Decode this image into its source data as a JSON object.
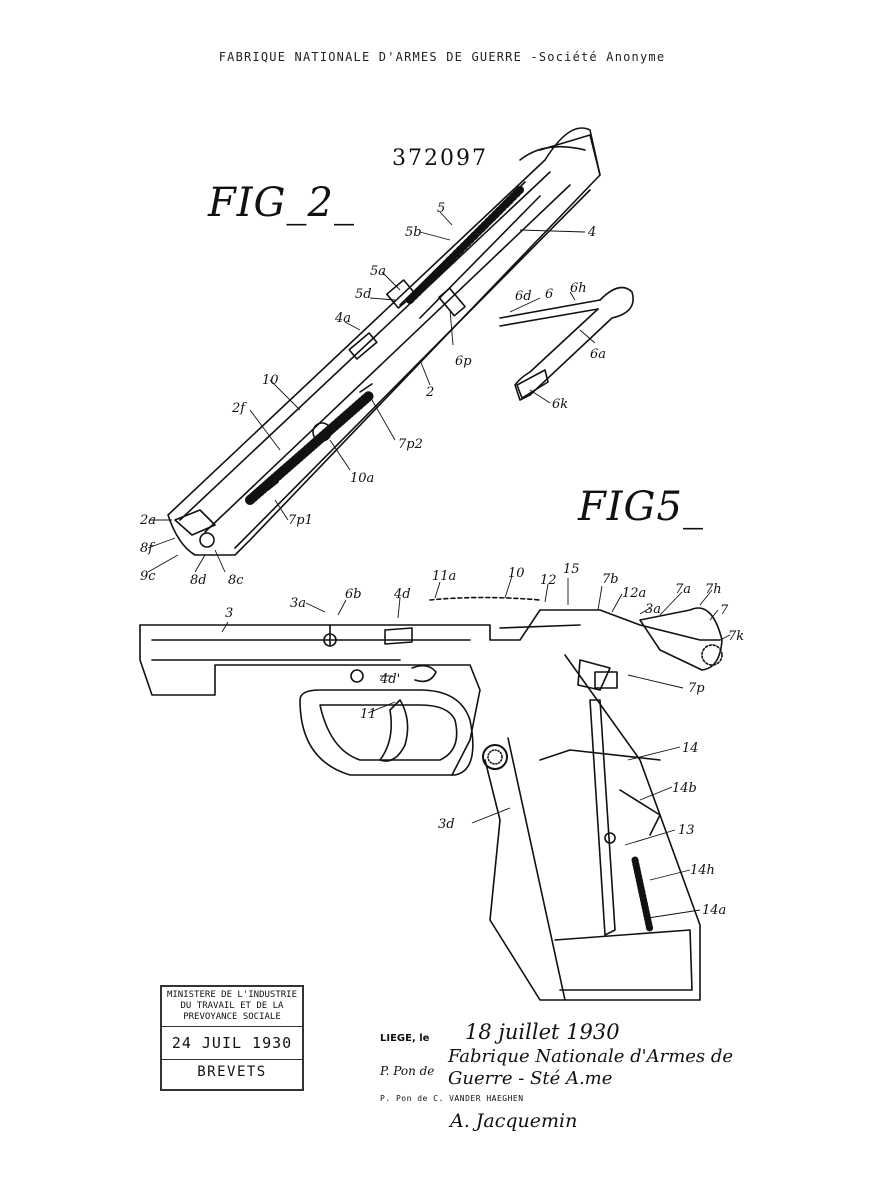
{
  "header": {
    "applicant": "FABRIQUE NATIONALE D'ARMES DE GUERRE -Société Anonyme"
  },
  "patent_number": "372097",
  "figures": {
    "fig2_title": "FIG_2_",
    "fig5_title": "FIG5_"
  },
  "fig2_labels": [
    "5",
    "5b",
    "4",
    "5a",
    "5d",
    "4a",
    "6d",
    "6",
    "6h",
    "6p",
    "6a",
    "10",
    "2",
    "2f",
    "7p2",
    "6k",
    "10a",
    "2a",
    "8f",
    "7p1",
    "9c",
    "8d",
    "8c"
  ],
  "fig5_labels": [
    "11a",
    "10",
    "12",
    "15",
    "7b",
    "12a",
    "7a",
    "7h",
    "3a",
    "6b",
    "4d",
    "3",
    "3a",
    "7",
    "7k",
    "4d'",
    "7p",
    "11",
    "14",
    "14b",
    "3d",
    "13",
    "14h",
    "14a"
  ],
  "stamp": {
    "line1": "MINISTERE DE L'INDUSTRIE DU TRAVAIL ET DE LA PREVOYANCE SOCIALE",
    "date": "24 JUIL 1930",
    "dept": "BREVETS"
  },
  "signature": {
    "place_prefix": "LIEGE, le",
    "date_handwritten": "18 juillet 1930",
    "p_pon": "P. Pon de",
    "company_handwritten": "Fabrique Nationale d'Armes de Guerre - Sté A.me",
    "agent_line": "P. Pon de C. VANDER HAEGHEN",
    "agent_signature": "A. Jacquemin"
  }
}
